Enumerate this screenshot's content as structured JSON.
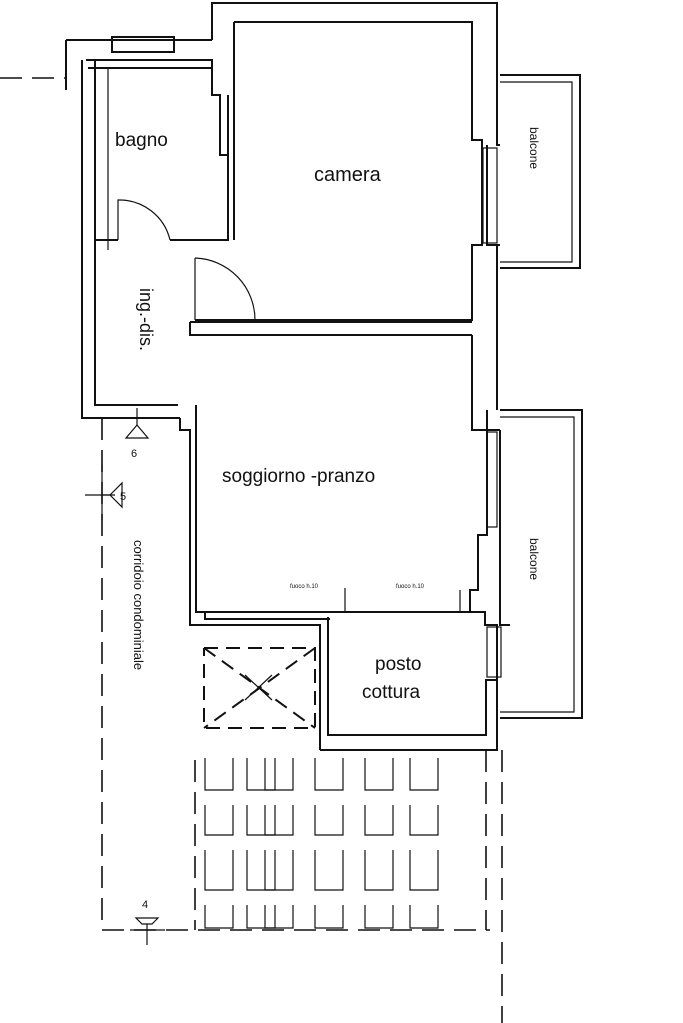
{
  "plan": {
    "rooms": {
      "bagno": "bagno",
      "camera": "camera",
      "ingresso": "ing.-dis.",
      "soggiorno": "soggiorno -pranzo",
      "posto_cottura_1": "posto",
      "posto_cottura_2": "cottura"
    },
    "balconies": {
      "top": "balcone",
      "bottom": "balcone"
    },
    "corridor": "corridoio condominiale",
    "markers": {
      "m6": "6",
      "m5": "5",
      "m4": "4"
    },
    "small_notes": {
      "left": "fuoco h.10",
      "right": "fuoco h.10"
    }
  }
}
